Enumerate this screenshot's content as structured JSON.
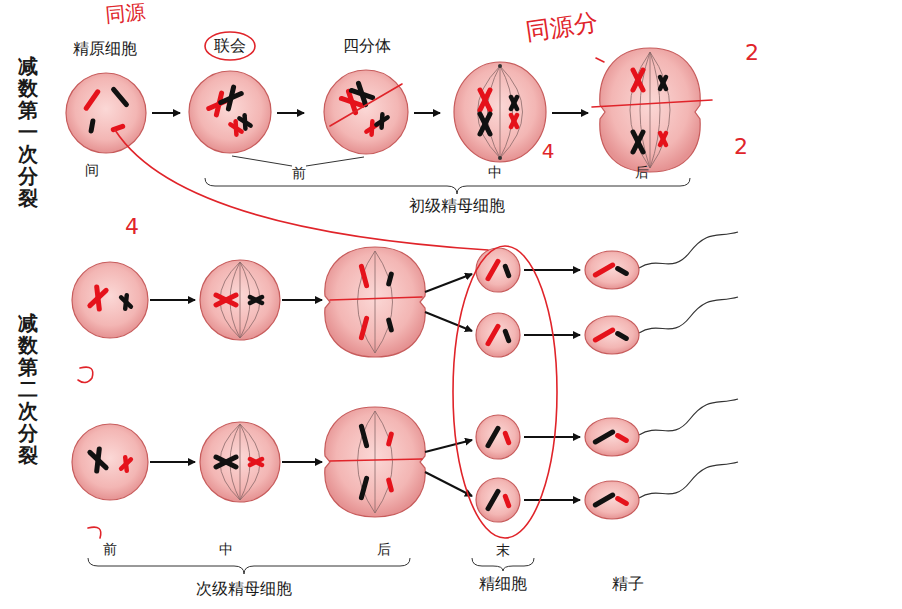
{
  "diagram": {
    "labels": [
      "减数第一次分裂",
      "精原细胞",
      "联会",
      "四分体",
      "间",
      "前",
      "中",
      "后",
      "初级精母细胞",
      "减数第二次分裂",
      "前",
      "中",
      "后",
      "末",
      "次级精母细胞",
      "精细胞",
      "精子",
      "同源",
      "同源分",
      "2",
      "2",
      "4",
      "4"
    ]
  }
}
